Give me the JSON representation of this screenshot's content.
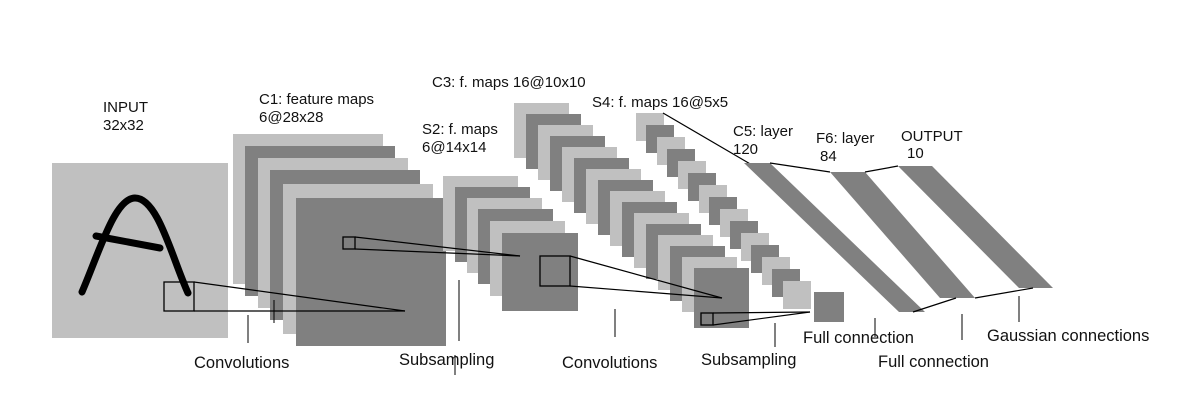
{
  "layers": {
    "input": {
      "name": "INPUT",
      "size": "32x32"
    },
    "c1": {
      "name": "C1: feature maps",
      "size": "6@28x28"
    },
    "s2": {
      "name": "S2: f. maps",
      "size": "6@14x14"
    },
    "c3": {
      "name": "C3: f. maps 16@10x10"
    },
    "s4": {
      "name": "S4: f. maps 16@5x5"
    },
    "c5": {
      "name": "C5: layer",
      "size": "120"
    },
    "f6": {
      "name": "F6: layer",
      "size": "84"
    },
    "output": {
      "name": "OUTPUT",
      "size": "10"
    }
  },
  "operations": {
    "conv1": "Convolutions",
    "sub1": "Subsampling",
    "conv2": "Convolutions",
    "sub2": "Subsampling",
    "full1": "Full connection",
    "full2": "Full connection",
    "gauss": "Gaussian connections"
  },
  "colors": {
    "light_map": "#c0c0c0",
    "dark_map": "#808080",
    "outline": "#000000",
    "background": "#ffffff"
  }
}
